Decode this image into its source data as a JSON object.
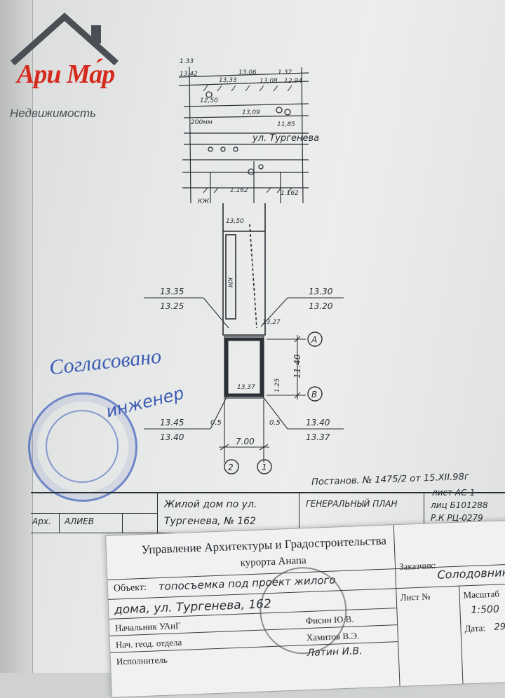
{
  "logo": {
    "name": "Ари Ма́р",
    "subtitle": "Недвижимость",
    "brand_red": "#d52a1e",
    "roof_color": "#4a4f55"
  },
  "plan": {
    "street": "ул. Тургенева",
    "north_marks": [
      "13,06",
      "13,33",
      "13,42",
      "12,50",
      "13,09",
      "12,94",
      "11,85",
      "13,08"
    ],
    "top_labels": [
      "1.33",
      "1.37",
      "1.162",
      "1.162"
    ],
    "bike": "200мм",
    "dims_left_top": "13.35",
    "dims_left_bottom": "13.25",
    "dims_right_top": "13.30",
    "dims_right_bottom": "13.20",
    "house_level": "13,37",
    "house_top_level": "13,27",
    "height_dim": "11.40",
    "small_dim": "1.25",
    "bottom_left_top": "13.45",
    "bottom_left_bottom": "13.40",
    "bottom_right_top": "13.40",
    "bottom_right_bottom": "13.37",
    "offset_left": "0.5",
    "offset_right": "0.5",
    "width_dim": "7.00",
    "axis_a": "A",
    "axis_b": "B",
    "axis_2": "2",
    "axis_1": "1",
    "km": "КМ",
    "level_mid": "13,50",
    "kj": "КЖ"
  },
  "approval": {
    "signature": "Согласовано",
    "stamp_text": "инженер"
  },
  "resolution": {
    "text": "Постанов. № 1475/2 от 15.XII.98г"
  },
  "titleblock": {
    "role": "Арх.",
    "name": "АЛИЕВ",
    "object": "Жилой дом по ул.",
    "address": "Тургенева, № 162",
    "sheet_title": "ГЕНЕРАЛЬНЫЙ ПЛАН",
    "sheet_no": "лист АС-1",
    "lic": "лиц Б101288",
    "reg": "Р.К  РЦ-0279"
  },
  "lower_sheet": {
    "header": "Управление Архитектуры и Градостроительства",
    "header2": "курорта Анапа",
    "object_label": "Объект:",
    "object_value": "топосъемка под проект жилого",
    "object_value2": "дома, ул. Тургенева, 162",
    "chief_label": "Начальник УАиГ",
    "geo_label": "Нач. геод. отдела",
    "exec_label": "Исполнитель",
    "name1": "Фисин Ю.В.",
    "name2": "Хамитов В.Э.",
    "name3": "Латин И.В.",
    "customer_label": "Заказчик:",
    "customer_value": "Солодовник",
    "sheet_label": "Лист №",
    "scale_label": "Масштаб",
    "scale_value": "1:500",
    "date_label": "Дата:",
    "date_value": "29"
  }
}
